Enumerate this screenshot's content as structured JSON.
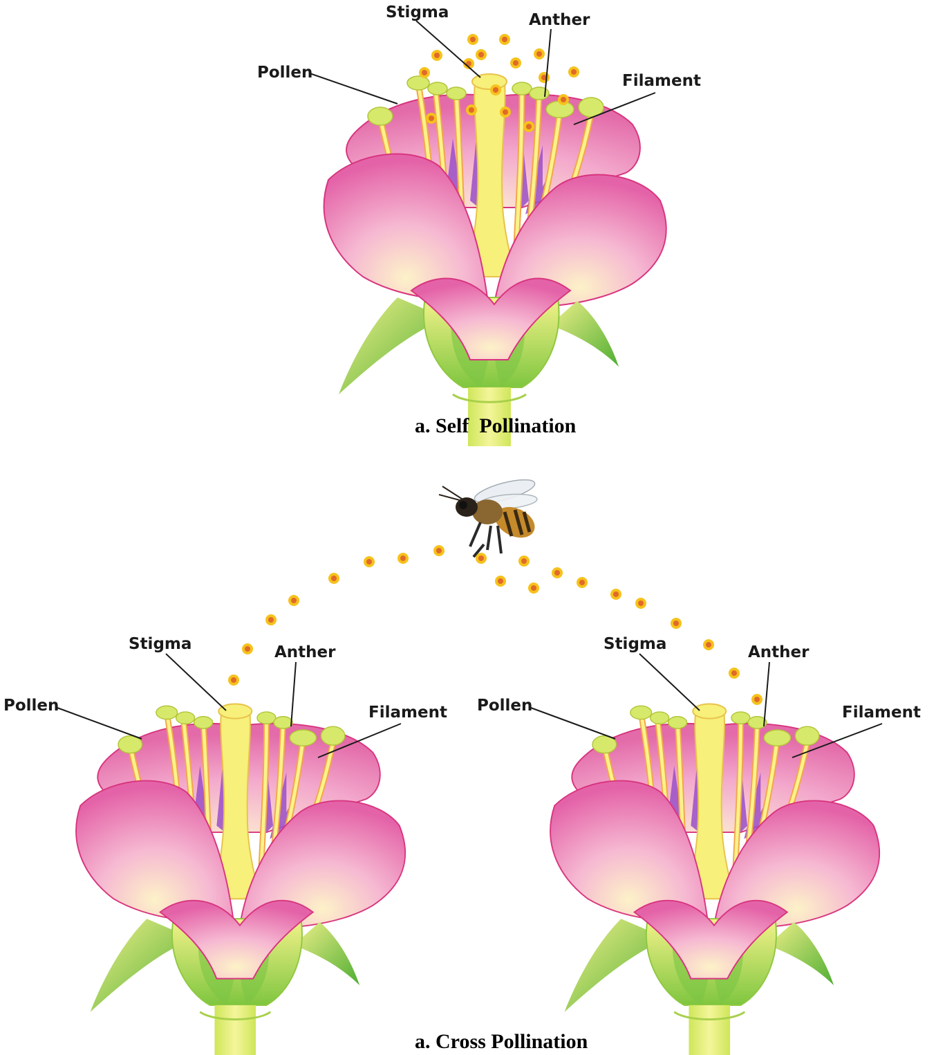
{
  "colors": {
    "petal": "#e86fb0",
    "petal_edge": "#d6307e",
    "petal_light": "#fbe7c4",
    "sepal": "#b9d94a",
    "sepal_dark": "#5db83a",
    "pistil": "#f5ef7a",
    "pollen_fill": "#f6c21c",
    "pollen_core": "#e06a2a"
  },
  "self_pollination": {
    "caption": "a. Self  Pollination",
    "labels": {
      "stigma": "Stigma",
      "anther": "Anther",
      "pollen": "Pollen",
      "filament": "Filament"
    }
  },
  "cross_pollination": {
    "caption": "a. Cross Pollination",
    "pollinator": "bee-icon",
    "left_flower": {
      "labels": {
        "stigma": "Stigma",
        "anther": "Anther",
        "pollen": "Pollen",
        "filament": "Filament"
      }
    },
    "right_flower": {
      "labels": {
        "stigma": "Stigma",
        "anther": "Anther",
        "pollen": "Pollen",
        "filament": "Filament"
      }
    }
  }
}
